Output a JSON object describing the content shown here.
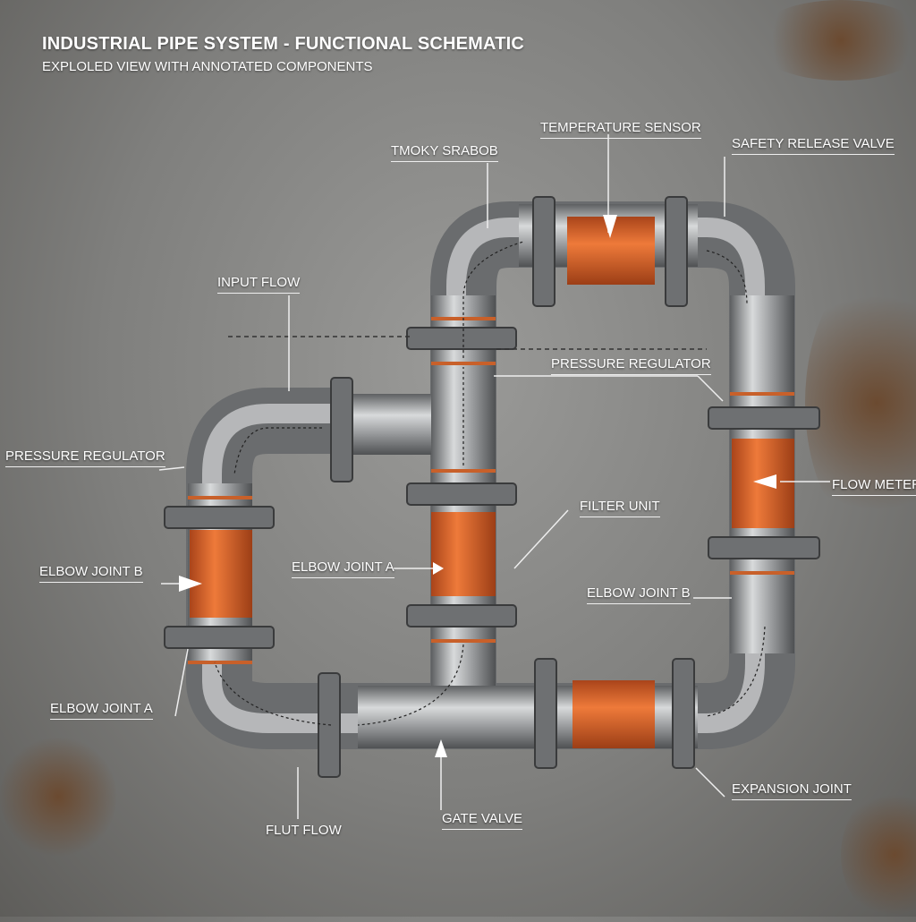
{
  "header": {
    "title": "INDUSTRIAL PIPE SYSTEM - FUNCTIONAL SCHEMATIC",
    "subtitle": "EXPLOLED VIEW WITH ANNOTATED COMPONENTS"
  },
  "labels": {
    "garbled_top": "TMOKY SRABOB",
    "temperature_sensor": "TEMPERATURE SENSOR",
    "safety_release_valve": "SAFETY RELEASE VALVE",
    "input_flow": "INPUT FLOW",
    "pressure_regulator_right": "PRESSURE REGULATOR",
    "pressure_regulator_left": "PRESSURE REGULATOR",
    "flow_meter": "FLOW METER",
    "filter_unit": "FILTER UNIT",
    "elbow_joint_b_left": "ELBOW JOINT B",
    "elbow_joint_a_center": "ELBOW JOINT A",
    "elbow_joint_b_right": "ELBOW JOINT B",
    "elbow_joint_a_left": "ELBOW JOINT A",
    "expansion_joint": "EXPANSION JOINT",
    "gate_valve": "GATE VALVE",
    "flut_flow": "FLUT FLOW"
  },
  "colors": {
    "pipe_steel": "#a7a9ab",
    "sleeve_orange": "#e0692a",
    "background": "#8a8a88"
  }
}
